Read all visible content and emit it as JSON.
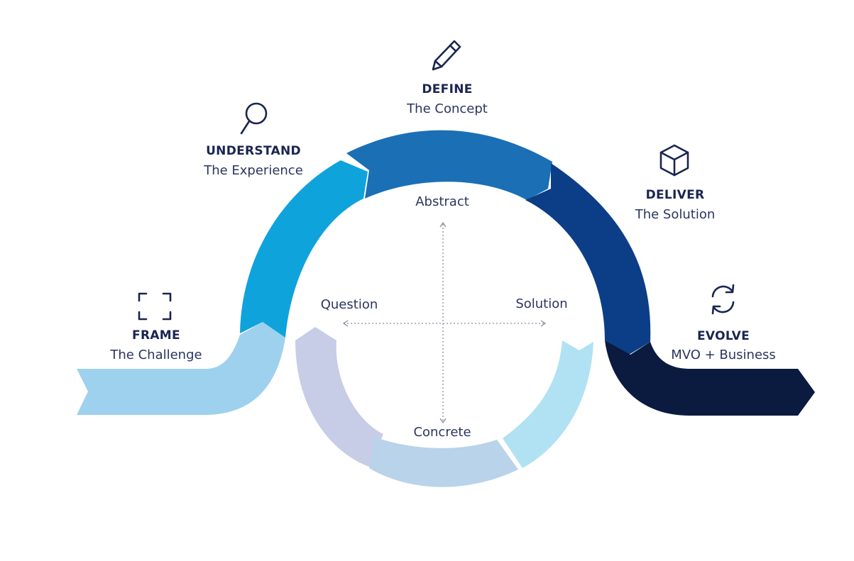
{
  "stages": [
    {
      "id": "frame",
      "title": "FRAME",
      "subtitle": "The Challenge",
      "icon": "frame-corners-icon",
      "color": "#9ed1ee"
    },
    {
      "id": "understand",
      "title": "UNDERSTAND",
      "subtitle": "The Experience",
      "icon": "magnifier-icon",
      "color": "#0fa3dc"
    },
    {
      "id": "define",
      "title": "DEFINE",
      "subtitle": "The Concept",
      "icon": "pencil-icon",
      "color": "#1b6fb5"
    },
    {
      "id": "deliver",
      "title": "DELIVER",
      "subtitle": "The Solution",
      "icon": "cube-icon",
      "color": "#0c3e87"
    },
    {
      "id": "evolve",
      "title": "EVOLVE",
      "subtitle": "MVO + Business",
      "icon": "refresh-icon",
      "color": "#0b1a3f"
    }
  ],
  "lower_arc_colors": [
    "#c7cde6",
    "#b8d3ea",
    "#b1e2f3"
  ],
  "axes": {
    "top": "Abstract",
    "bottom": "Concrete",
    "left": "Question",
    "right": "Solution"
  }
}
